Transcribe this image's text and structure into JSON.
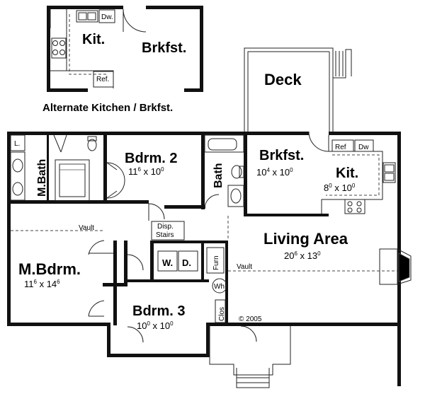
{
  "caption": "Alternate Kitchen / Brkfst.",
  "copyright": "© 2005",
  "alt": {
    "kitchen": "Kit.",
    "breakfast": "Brkfst.",
    "dw": "Dw.",
    "ref": "Ref."
  },
  "rooms": {
    "deck": {
      "name": "Deck"
    },
    "brkfst": {
      "name": "Brkfst.",
      "w": "10",
      "wi": "4",
      "l": "10",
      "li": "0"
    },
    "kit": {
      "name": "Kit.",
      "w": "8",
      "wi": "0",
      "l": "10",
      "li": "0"
    },
    "bdrm2": {
      "name": "Bdrm. 2",
      "w": "11",
      "wi": "6",
      "l": "10",
      "li": "0"
    },
    "bath": {
      "name": "Bath"
    },
    "mbath": {
      "name": "M.Bath"
    },
    "living": {
      "name": "Living Area",
      "w": "20",
      "wi": "6",
      "l": "13",
      "li": "0"
    },
    "mbdrm": {
      "name": "M.Bdrm.",
      "w": "11",
      "wi": "6",
      "l": "14",
      "li": "6"
    },
    "bdrm3": {
      "name": "Bdrm. 3",
      "w": "10",
      "wi": "0",
      "l": "10",
      "li": "0"
    }
  },
  "labels": {
    "ref": "Ref",
    "dw": "Dw",
    "l": "L.",
    "disp_stairs": "Disp.\nStairs",
    "w": "W.",
    "d": "D.",
    "furn": "Furn",
    "wh": "Wh",
    "clos": "Clos",
    "vault1": "Vault",
    "vault2": "Vault",
    "x": "x"
  }
}
